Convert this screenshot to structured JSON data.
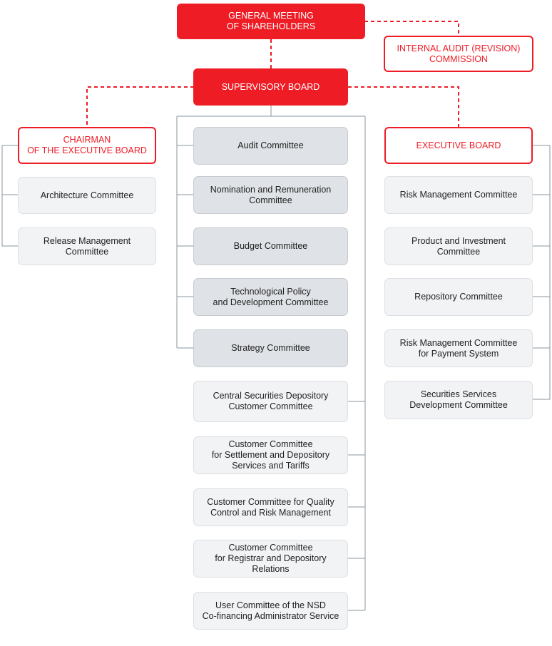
{
  "top": {
    "general_meeting": "GENERAL MEETING\nOF SHAREHOLDERS",
    "internal_audit": "INTERNAL AUDIT (REVISION)\nCOMMISSION",
    "supervisory_board": "SUPERVISORY BOARD"
  },
  "left": {
    "chairman": "CHAIRMAN\nOF THE EXECUTIVE BOARD",
    "items": [
      "Architecture Committee",
      "Release Management\nCommittee"
    ]
  },
  "center": {
    "items": [
      "Audit Committee",
      "Nomination and Remuneration\nCommittee",
      "Budget Committee",
      "Technological Policy\nand Development Committee",
      "Strategy Committee",
      "Central Securities Depository\nCustomer Committee",
      "Customer Committee\nfor Settlement and Depository\nServices and Tariffs",
      "Customer Committee for Quality\nControl and Risk Management",
      "Customer Committee\nfor Registrar and Depository\nRelations",
      "User Committee of the NSD\nCo-financing Administrator Service"
    ]
  },
  "right": {
    "executive_board": "EXECUTIVE BOARD",
    "items": [
      "Risk Management Committee",
      "Product and Investment\nCommittee",
      "Repository Committee",
      "Risk Management Committee\nfor Payment System",
      "Securities Services\nDevelopment Committee"
    ]
  },
  "colors": {
    "red": "#ee1c25",
    "line": "#8a949e",
    "grey_dark": "#dfe2e6",
    "grey_light": "#f2f3f5"
  }
}
